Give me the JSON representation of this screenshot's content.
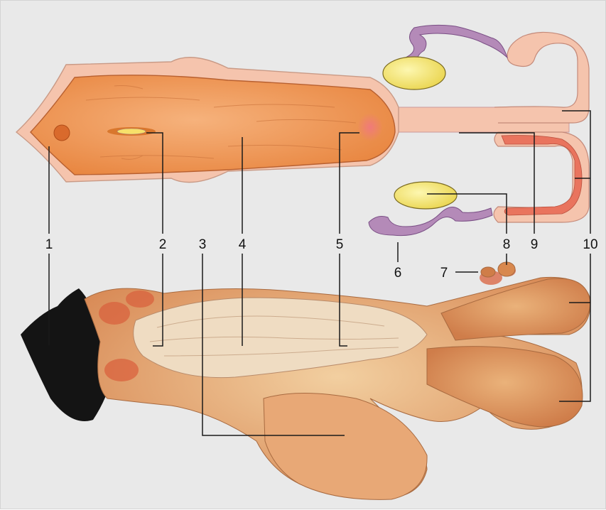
{
  "labels": {
    "l1": "1",
    "l2": "2",
    "l3": "3",
    "l4": "4",
    "l5": "5",
    "l6": "6",
    "l7": "7",
    "l8": "8",
    "l9": "9",
    "l10": "10"
  },
  "colors": {
    "background": "#e9e9e9",
    "outer_wall": "#f5c4ad",
    "lumen": "#f0995a",
    "ovary": "#f0e26a",
    "oviduct": "#a97ab0",
    "horn_mucosa": "#e9745e",
    "specimen": "#e0a070"
  }
}
